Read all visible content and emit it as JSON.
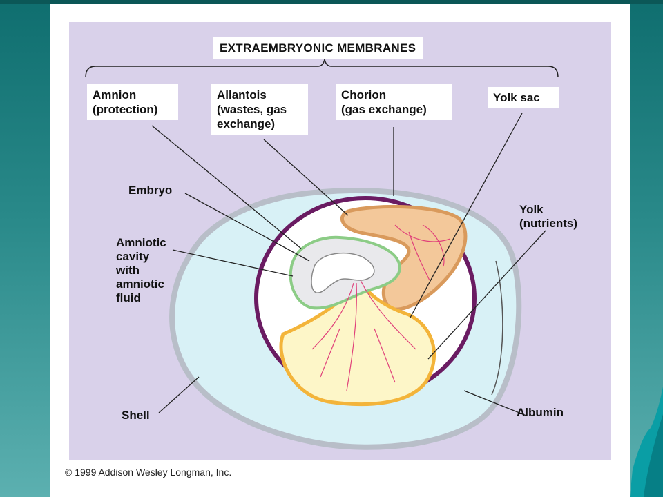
{
  "diagram": {
    "title": "EXTRAEMBRYONIC MEMBRANES",
    "membranes": [
      {
        "name": "Amnion\n(protection)"
      },
      {
        "name": "Allantois\n(wastes, gas\nexchange)"
      },
      {
        "name": "Chorion\n(gas exchange)"
      },
      {
        "name": "Yolk sac"
      }
    ],
    "labels": {
      "embryo": "Embryo",
      "amniotic": "Amniotic\ncavity\nwith\namniotic\nfluid",
      "yolk": "Yolk\n(nutrients)",
      "shell": "Shell",
      "albumin": "Albumin"
    },
    "credit": "© 1999 Addison Wesley Longman, Inc.",
    "colors": {
      "panel": "#d9d1ea",
      "albumin": "#d8f1f6",
      "chorion": "#6a1b62",
      "allantois": "#f3c89a",
      "yolk": "#fdf6c8",
      "yolk_sac": "#f3b43a",
      "amnion": "#8ccc86",
      "vessels": "#e0407a"
    }
  }
}
